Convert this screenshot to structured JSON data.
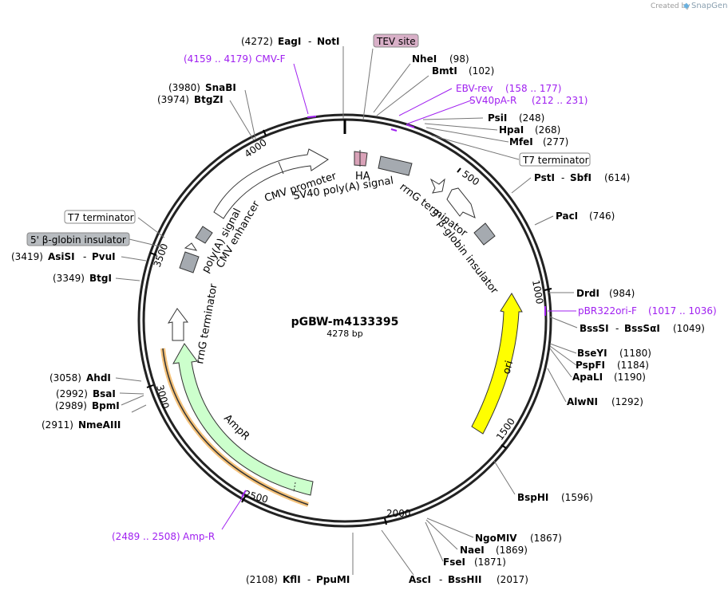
{
  "header": {
    "credit_prefix": "Created by",
    "credit_brand": "SnapGene"
  },
  "map": {
    "name": "pGBW-m4133395",
    "size": "4278 bp"
  },
  "ticks": [
    "500",
    "1000",
    "1500",
    "2000",
    "2500",
    "3000",
    "3500",
    "4000"
  ],
  "sites": {
    "eag_pos": "(4272)",
    "eag": "EagI",
    "eag_sep": "-",
    "noti": "NotI",
    "tev": "TEV site",
    "nhe": "NheI",
    "nhe_pos": "(98)",
    "bmt": "BmtI",
    "bmt_pos": "(102)",
    "psi": "PsiI",
    "psi_pos": "(248)",
    "hpa": "HpaI",
    "hpa_pos": "(268)",
    "mfe": "MfeI",
    "mfe_pos": "(277)",
    "t7_right": "T7 terminator",
    "pst": "PstI",
    "pst_sep": "-",
    "sbf": "SbfI",
    "pst_pos": "(614)",
    "pac": "PacI",
    "pac_pos": "(746)",
    "drd": "DrdI",
    "drd_pos": "(984)",
    "bssi": "BssSI",
    "bssi_sep": "-",
    "bssa": "BssSαI",
    "bssi_pos": "(1049)",
    "bsey": "BseYI",
    "bsey_pos": "(1180)",
    "pspf": "PspFI",
    "pspf_pos": "(1184)",
    "apal": "ApaLI",
    "apal_pos": "(1190)",
    "alwn": "AlwNI",
    "alwn_pos": "(1292)",
    "bsph": "BspHI",
    "bsph_pos": "(1596)",
    "ngom": "NgoMIV",
    "ngom_pos": "(1867)",
    "nae": "NaeI",
    "nae_pos": "(1869)",
    "fse": "FseI",
    "fse_pos": "(1871)",
    "asc": "AscI",
    "asc_sep": "-",
    "bsshii": "BssHII",
    "asc_pos": "(2017)",
    "kfl_pos": "(2108)",
    "kfl": "KflI",
    "kfl_sep": "-",
    "ppum": "PpuMI",
    "nme_pos": "(2911)",
    "nme": "NmeAIII",
    "bpm_pos": "(2989)",
    "bpm": "BpmI",
    "bsa_pos": "(2992)",
    "bsa": "BsaI",
    "ahd_pos": "(3058)",
    "ahd": "AhdI",
    "btgi_pos": "(3349)",
    "btgi": "BtgI",
    "asi_pos": "(3419)",
    "asi": "AsiSI",
    "asi_sep": "-",
    "pvu": "PvuI",
    "globin_left": "5' β-globin insulator",
    "t7_left": "T7 terminator",
    "btgz_pos": "(3974)",
    "btgz": "BtgZI",
    "sna_pos": "(3980)",
    "sna": "SnaBI"
  },
  "primers": {
    "cmvf_pos": "(4159 .. 4179)",
    "cmvf": "CMV-F",
    "ebv": "EBV-rev",
    "ebv_pos": "(158 .. 177)",
    "sv40": "SV40pA-R",
    "sv40_pos": "(212 .. 231)",
    "pbr": "pBR322ori-F",
    "pbr_pos": "(1017 .. 1036)",
    "ampr_pos": "(2489 .. 2508)",
    "ampr": "Amp-R"
  },
  "features": {
    "ha": "HA",
    "sv40pa": "SV40 poly(A) signal",
    "cmv_promoter": "CMV promoter",
    "cmv_enhancer": "CMV enhancer",
    "polya": "poly(A) signal",
    "rrng_top": "rrnG terminator",
    "globin3": "3' β-globin insulator",
    "ori": "ori",
    "ampr": "AmpR",
    "rrng_left": "rrnG terminator"
  },
  "colors": {
    "ori": "#ffff00",
    "ampr": "#ccffcc",
    "primer": "#a020f0",
    "ha": "#d9a2b8",
    "gray_feature": "#a5aab0",
    "amp_primer_band": "#f5c27a"
  }
}
